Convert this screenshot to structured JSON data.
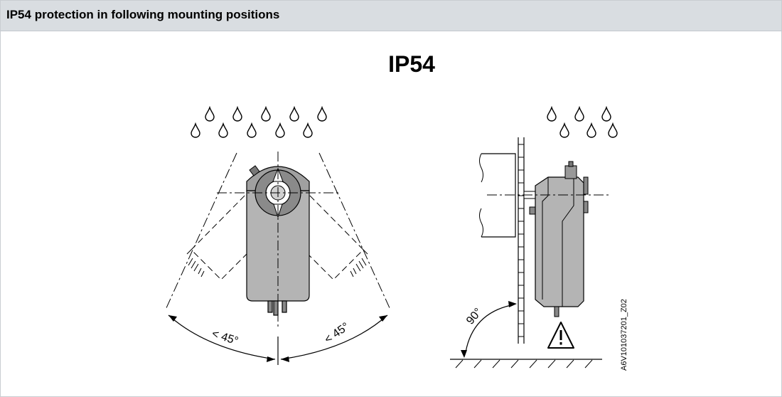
{
  "header": {
    "title": "IP54 protection in following mounting positions"
  },
  "figure": {
    "heading": "IP54",
    "angle_left": "< 45°",
    "angle_right": "< 45°",
    "angle_wall": "90°",
    "drawing_id": "A6V101037201_Z02",
    "colors": {
      "housing": "#b4b4b4",
      "hub": "#8a8a8a",
      "line": "#000000",
      "header_bg": "#d9dde1"
    },
    "icons": [
      "raindrop-icon",
      "warning-triangle-icon",
      "ground-hatch"
    ]
  }
}
